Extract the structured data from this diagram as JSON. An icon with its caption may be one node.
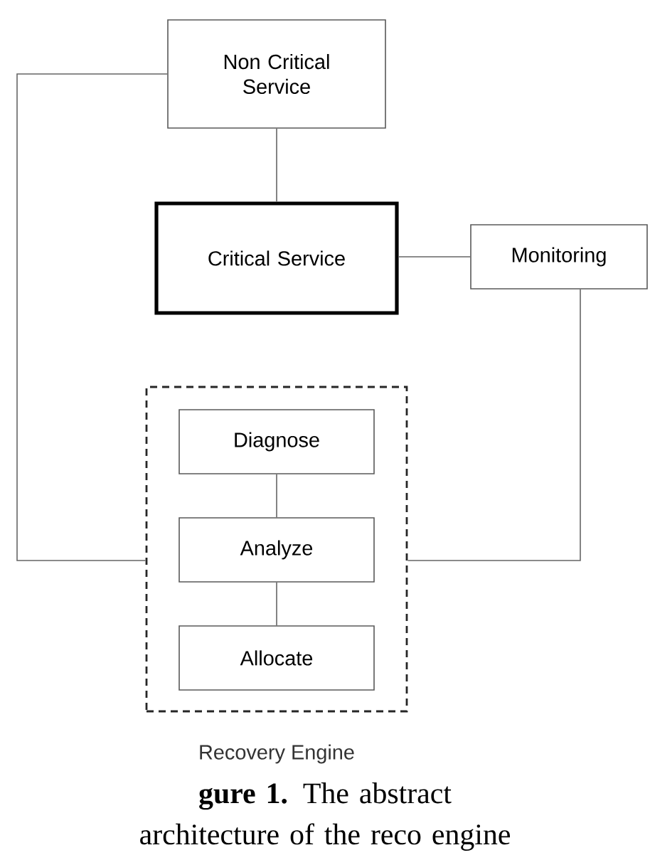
{
  "diagram": {
    "caption": "**gure 1.** The abstract architecture of the reco engine",
    "nodes": [
      {
        "text": [
          "Non Critical Service"
        ]
      },
      {
        "text": [
          "Critical Service"
        ]
      },
      {
        "text": [
          "Monitoring"
        ]
      },
      {
        "text": [
          "Recovery Engine"
        ]
      },
      {
        "text": [
          "Diagnose"
        ],
        "in": 3
      },
      {
        "text": [
          "Analyze"
        ],
        "in": 3
      },
      {
        "text": [
          "Allocate"
        ],
        "in": 3
      }
    ],
    "edges": [
      {
        "from": 0,
        "to": 1,
        "arrow": "none"
      },
      {
        "from": 1,
        "to": 2,
        "arrow": "none"
      },
      {
        "from": 0,
        "to": 3,
        "arrow": "none"
      },
      {
        "from": 2,
        "to": 3,
        "arrow": "none"
      },
      {
        "from": 4,
        "to": 5,
        "arrow": "none"
      },
      {
        "from": 5,
        "to": 6,
        "arrow": "none"
      }
    ]
  }
}
